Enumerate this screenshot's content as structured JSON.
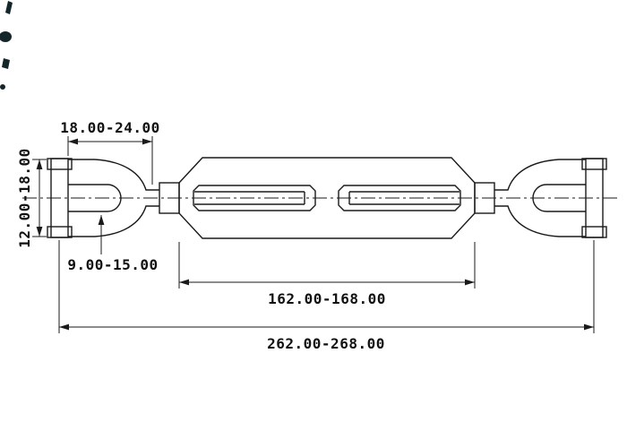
{
  "drawing": {
    "background": "#ffffff",
    "line_color": "#1a1a1a"
  },
  "dimensions": {
    "jaw_opening": "18.00-24.00",
    "jaw_inside_width": "12.00-18.00",
    "pin_diameter": "9.00-15.00",
    "body_length": "162.00-168.00",
    "overall_length": "262.00-268.00"
  }
}
